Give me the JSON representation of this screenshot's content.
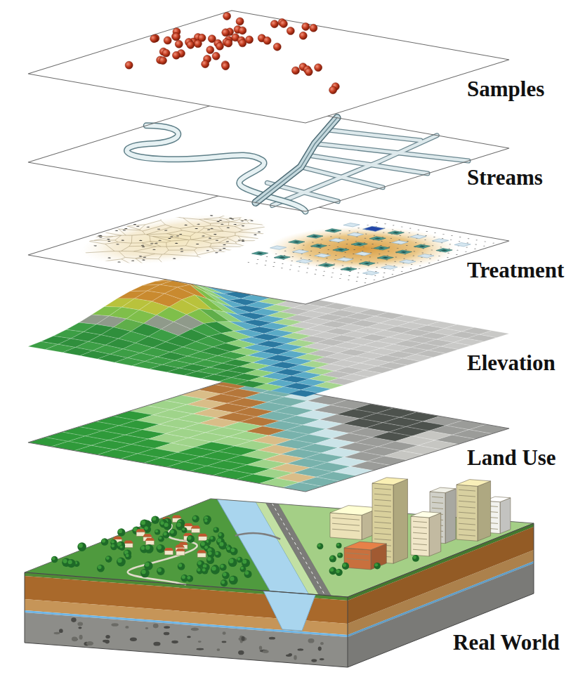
{
  "diagram": {
    "labels": [
      "Samples",
      "Streams",
      "Treatment",
      "Elevation",
      "Land Use",
      "Real World"
    ]
  }
}
